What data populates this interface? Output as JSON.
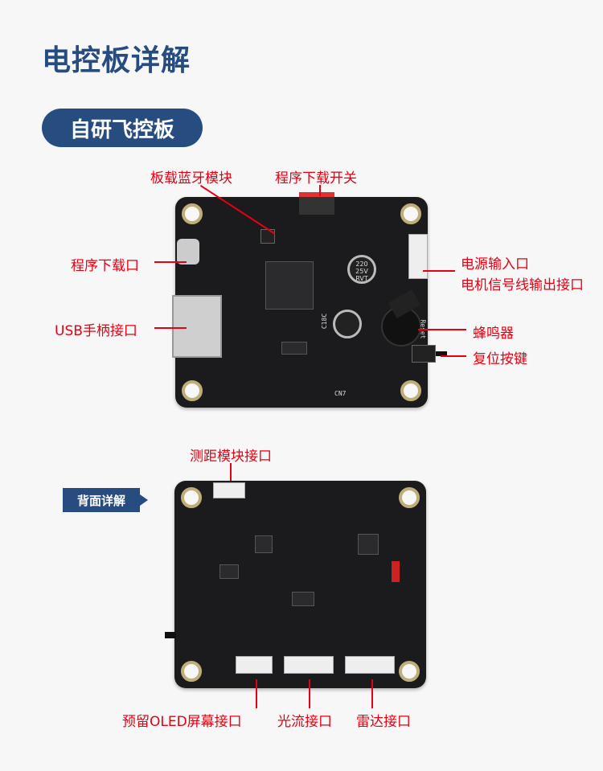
{
  "title": "电控板详解",
  "section": "自研飞控板",
  "front_labels": {
    "bluetooth": "板载蓝牙模块",
    "download_switch": "程序下载开关",
    "download_port": "程序下载口",
    "usb": "USB手柄接口",
    "power": "电源输入口",
    "motor": "电机信号线输出接口",
    "buzzer": "蜂鸣器",
    "reset": "复位按键"
  },
  "back_badge": "背面详解",
  "back_labels": {
    "ranging": "测距模块接口",
    "oled": "预留OLED屏幕接口",
    "optical_flow": "光流接口",
    "radar": "雷达接口"
  },
  "silkscreen": {
    "cn7": "CN7",
    "cap": "220 25V RVT",
    "chip": "C18C",
    "reset": "Reset"
  }
}
